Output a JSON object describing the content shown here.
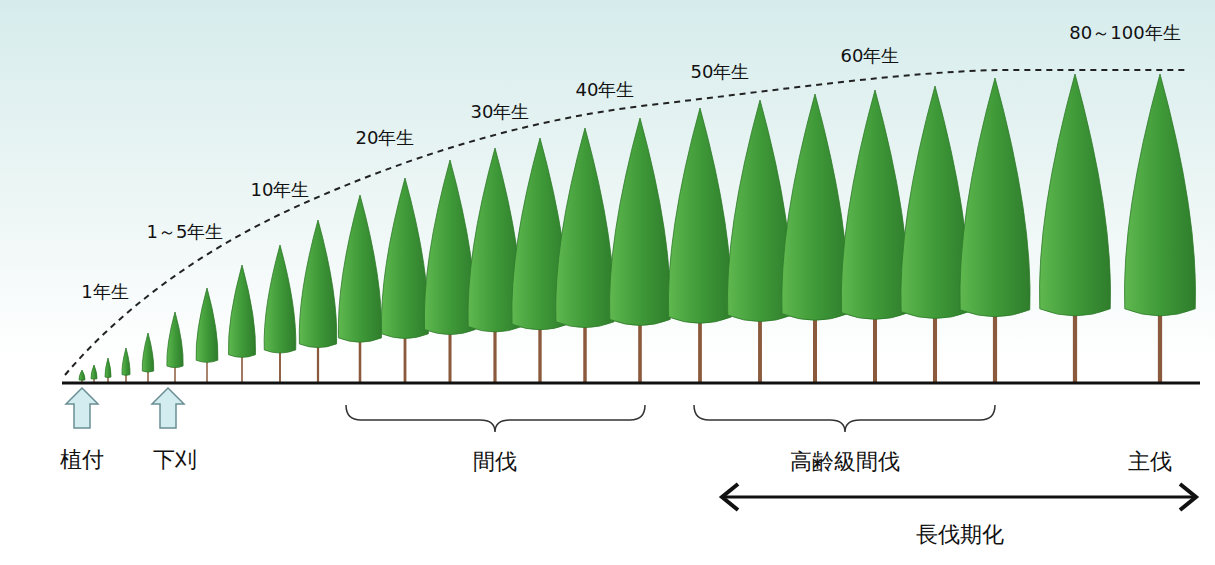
{
  "diagram": {
    "labels": [
      "1年生",
      "1～5年生",
      "10年生",
      "20年生",
      "30年生",
      "40年生",
      "50年生",
      "60年生",
      "80～100年生",
      "植付",
      "下刈",
      "間伐",
      "高齢級間伐",
      "主伐",
      "長伐期化"
    ]
  }
}
